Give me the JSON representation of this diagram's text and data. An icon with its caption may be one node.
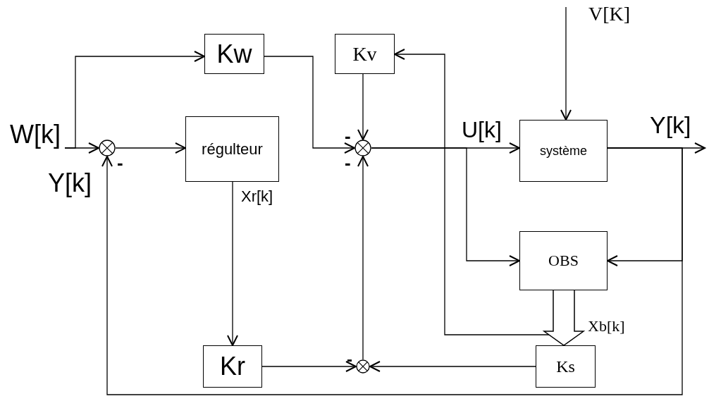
{
  "diagram": {
    "nodes": [
      {
        "text": [
          "W[k]"
        ]
      },
      {
        "text": [],
        "shape": "circle"
      },
      {
        "text": [
          "Kw"
        ]
      },
      {
        "text": [
          "Kv"
        ]
      },
      {
        "text": [
          "régulteur"
        ]
      },
      {
        "text": [],
        "shape": "circle"
      },
      {
        "text": [
          "système"
        ]
      },
      {
        "text": [
          "OBS"
        ]
      },
      {
        "text": [
          "Kr"
        ]
      },
      {
        "text": [],
        "shape": "circle"
      },
      {
        "text": [
          "Ks"
        ]
      }
    ],
    "edges": [
      {
        "from": 0,
        "to": 1,
        "arrow": "to"
      },
      {
        "from": 0,
        "to": 2,
        "arrow": "to"
      },
      {
        "from": 1,
        "to": 4,
        "arrow": "to"
      },
      {
        "from": 2,
        "to": 5,
        "arrow": "to"
      },
      {
        "from": 3,
        "to": 5,
        "arrow": "to"
      },
      {
        "from": 9,
        "to": 5,
        "arrow": "to"
      },
      {
        "from": 5,
        "to": 6,
        "arrow": "to"
      },
      {
        "from": 5,
        "to": 7,
        "arrow": "to"
      },
      {
        "from": 7,
        "to": 3,
        "arrow": "to"
      },
      {
        "from": 6,
        "to": null,
        "arrow": "to",
        "label": "Y[k]"
      },
      {
        "from": 6,
        "to": 1,
        "arrow": "to"
      },
      {
        "from": 6,
        "to": 7,
        "arrow": "to"
      },
      {
        "from": 7,
        "to": 10,
        "arrow": "to",
        "label": "Xb[k]",
        "style": "thick"
      },
      {
        "from": 4,
        "to": 8,
        "arrow": "to",
        "label": "Xr[k]"
      },
      {
        "from": 8,
        "to": 9,
        "arrow": "to"
      },
      {
        "from": 10,
        "to": 9,
        "arrow": "to"
      },
      {
        "from": null,
        "to": 6,
        "arrow": "to",
        "label": "V[K]"
      }
    ],
    "labels": [
      "Y[k]",
      "U[k]",
      "-",
      "-",
      "-",
      "-"
    ]
  }
}
